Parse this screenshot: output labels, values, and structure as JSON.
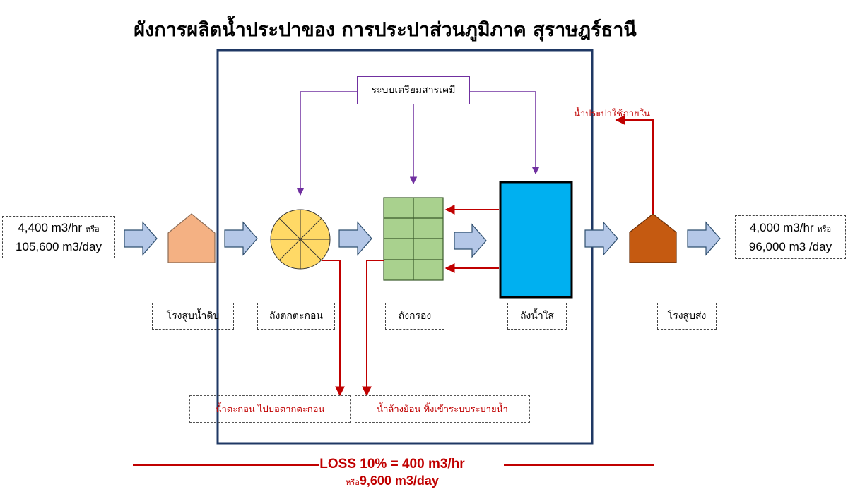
{
  "title": "ผังการผลิตน้ำประปาของ การประปาส่วนภูมิภาค สุราษฎร์ธานี",
  "chemical_system": "ระบบเตรียมสารเคมี",
  "internal_use": "น้ำประปาใช้ภายใน",
  "inflow": {
    "line1": "4,400 m3/hr",
    "or": "หรือ",
    "line2": "105,600 m3/day"
  },
  "outflow": {
    "line1": "4,000 m3/hr",
    "or": "หรือ",
    "line2": "96,000 m3 /day"
  },
  "units": {
    "raw_pump": "โรงสูบน้ำดิบ",
    "sedimentation": "ถังตกตะกอน",
    "filter": "ถังกรอง",
    "clear_tank": "ถังน้ำใส",
    "distribution_pump": "โรงสูบส่ง"
  },
  "waste": {
    "sludge": "น้ำตะกอน ไปบ่อตากตะกอน",
    "backwash": "น้ำล้างย้อน ทิ้งเข้าระบบระบายน้ำ"
  },
  "loss": {
    "line1": "LOSS 10% = 400 m3/hr",
    "or": "หรือ",
    "line2": "9,600 m3/day"
  },
  "colors": {
    "raw_pump": "#f4b183",
    "sedimentation": "#ffd966",
    "filter": "#a9d18e",
    "clear_tank": "#00b0f0",
    "distribution_pump": "#c55a11",
    "arrow": "#b4c7e7",
    "red": "#c00000",
    "purple": "#7030a0",
    "frame": "#1f3864"
  }
}
